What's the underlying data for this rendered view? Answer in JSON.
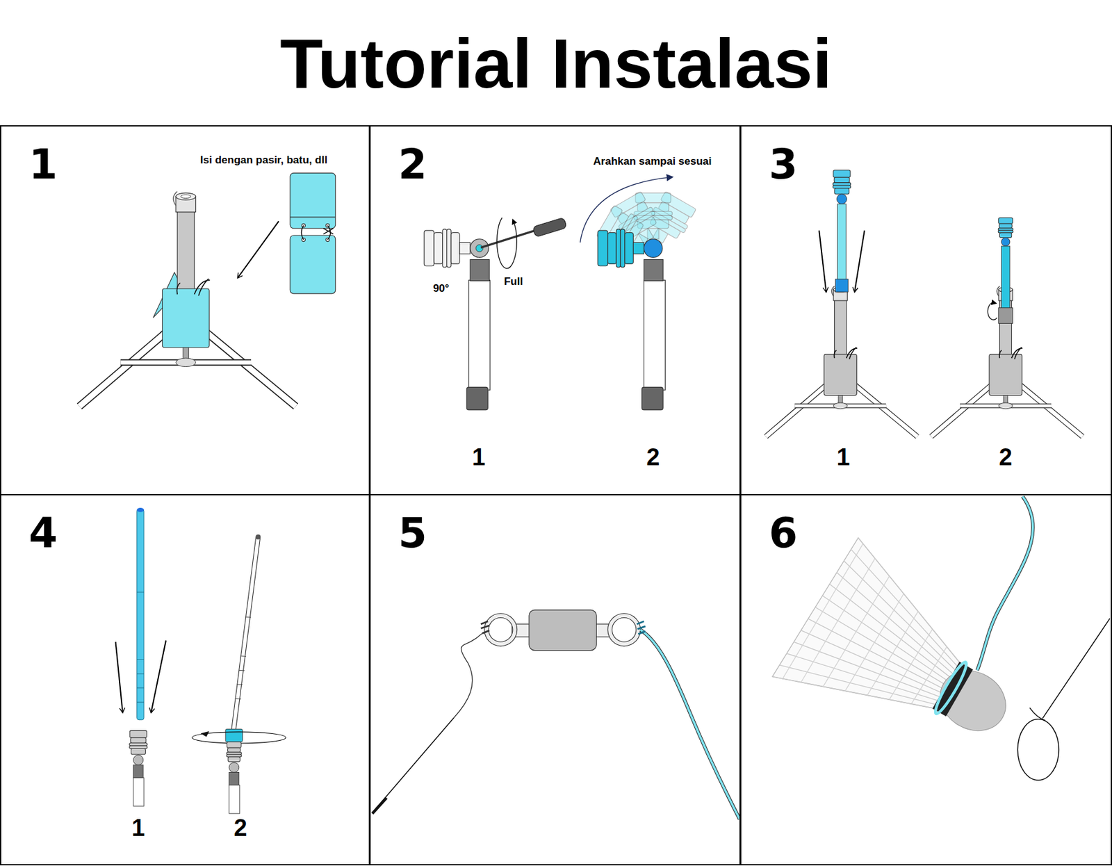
{
  "diagram": {
    "title": "Tutorial Instalasi",
    "nodes": [
      {
        "text": [
          "1"
        ]
      },
      {
        "text": [
          "2"
        ]
      },
      {
        "text": [
          "3"
        ]
      },
      {
        "text": [
          "4"
        ]
      },
      {
        "text": [
          "5"
        ]
      },
      {
        "text": [
          "6"
        ]
      }
    ],
    "labels": [
      "Isi dengan pasir, batu, dll",
      "Arahkan sampai sesuai",
      "90°",
      "Full",
      "1",
      "2",
      "1",
      "2",
      "1",
      "2"
    ]
  }
}
